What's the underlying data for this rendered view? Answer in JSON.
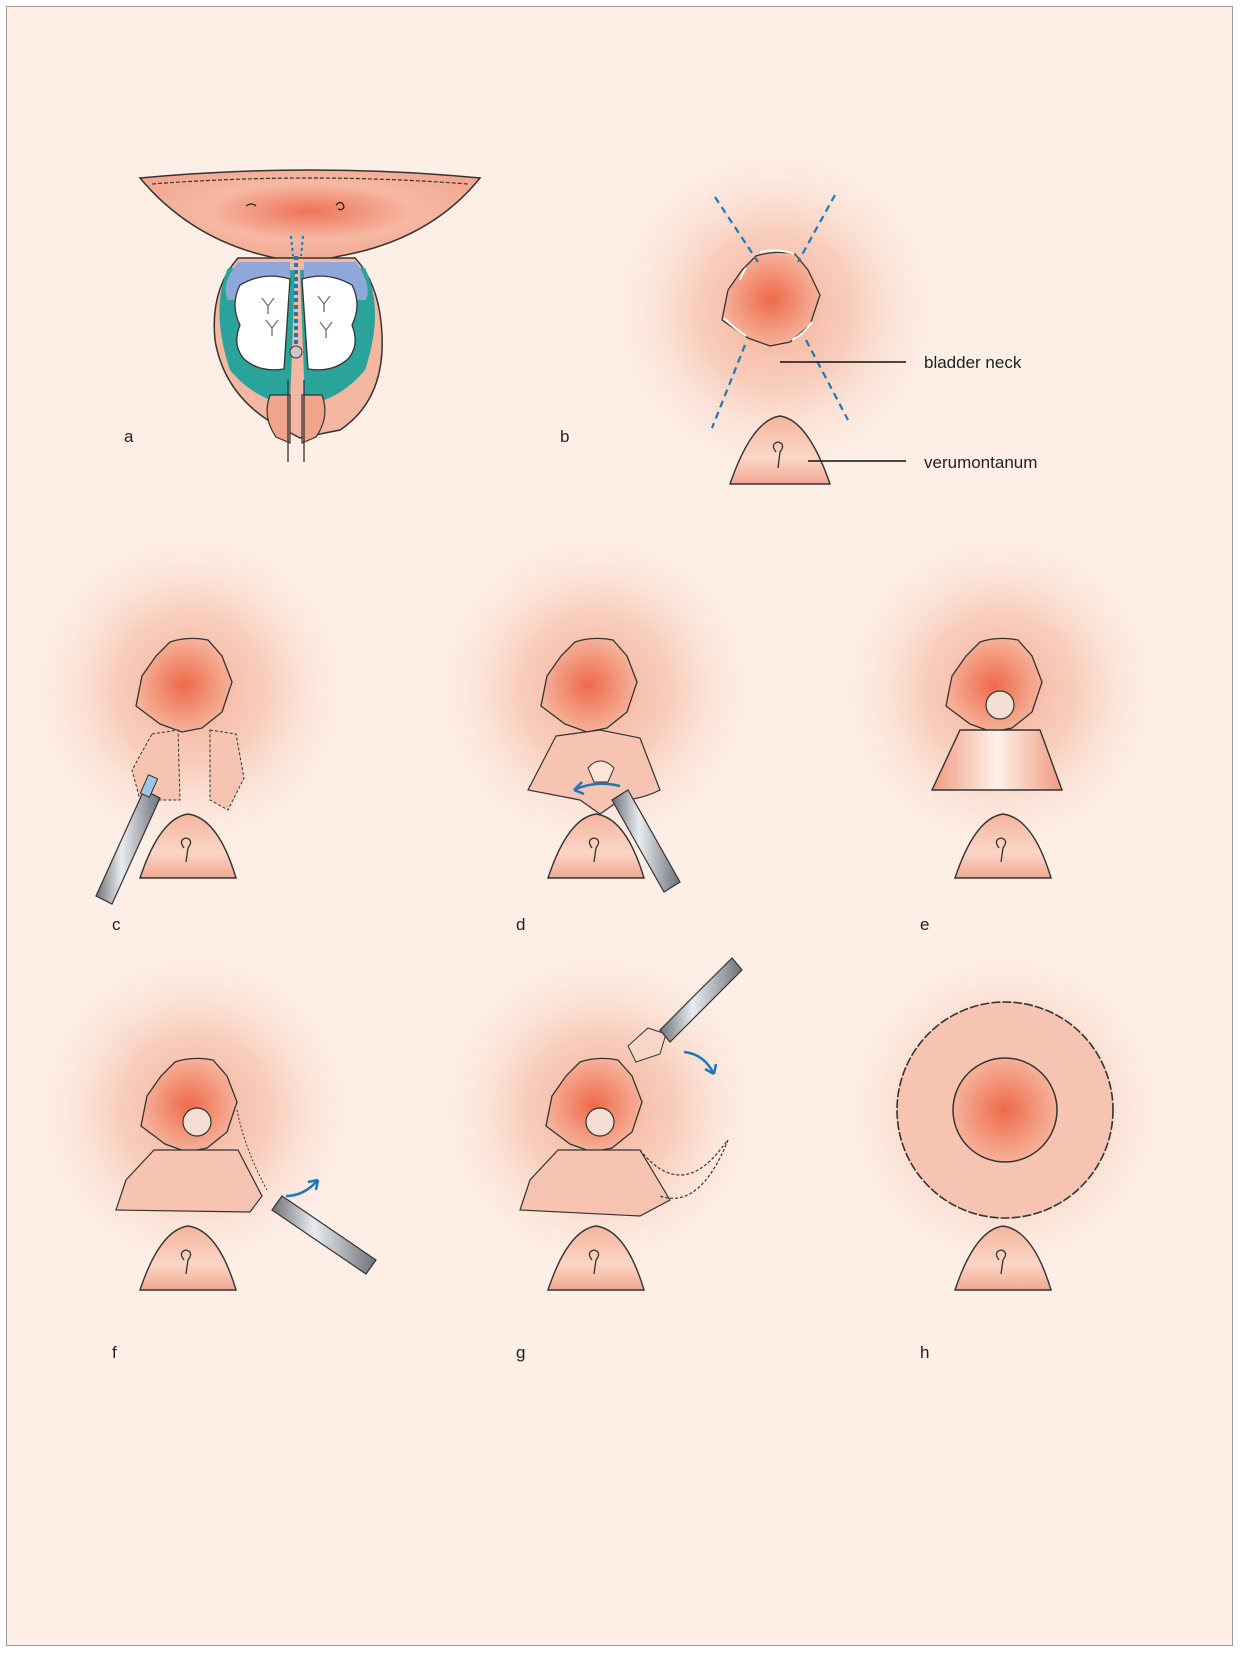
{
  "figure": {
    "panel_labels": [
      "a",
      "b",
      "c",
      "d",
      "e",
      "f",
      "g",
      "h"
    ],
    "annotations": {
      "bladder_neck": "bladder neck",
      "verumontanum": "verumontanum"
    },
    "colors": {
      "background": "#fdeee6",
      "tissue": "#f0a48c",
      "tissue_center": "#ee6a4a",
      "blue_guide": "#1f78b4",
      "lobe_blue": "#8fa8dc",
      "lobe_teal": "#2aa39a",
      "instrument": "#8a8f96"
    }
  }
}
